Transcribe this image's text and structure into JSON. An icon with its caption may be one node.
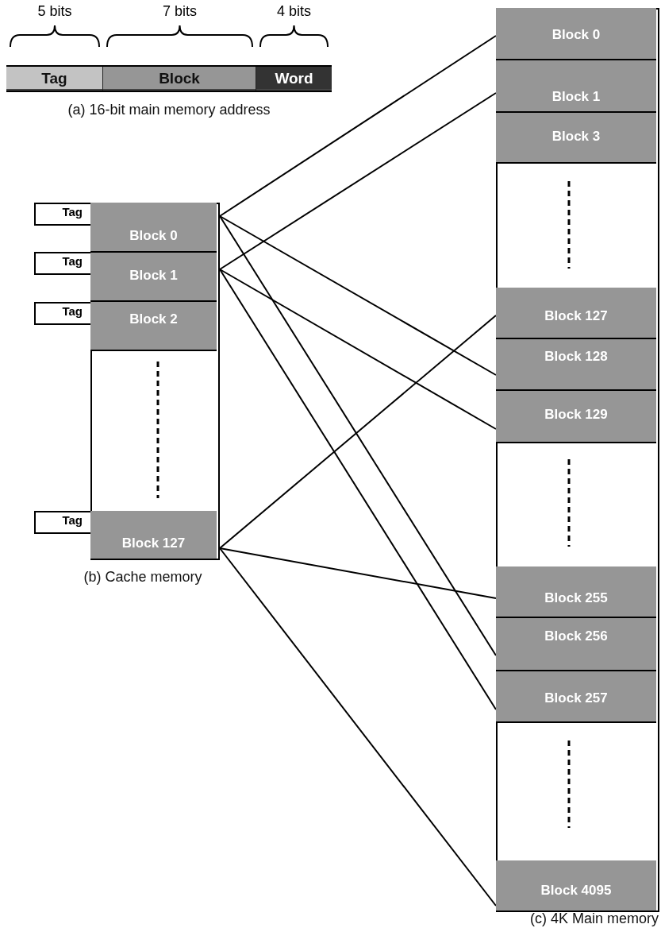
{
  "diagram": {
    "nodes": [
      {
        "text": [],
        "shape": "box"
      },
      {
        "text": [
          "Tag"
        ],
        "in": 0,
        "beside": [
          "5 bits"
        ]
      },
      {
        "text": [
          "Block"
        ],
        "in": 0,
        "beside": [
          "7 bits"
        ]
      },
      {
        "text": [
          "Word"
        ],
        "in": 0,
        "beside": [
          "4 bits"
        ]
      },
      {
        "text": [],
        "shape": "box"
      },
      {
        "text": [
          "Tag"
        ]
      },
      {
        "text": [
          "Block 0"
        ],
        "in": 4
      },
      {
        "text": [
          "Tag"
        ]
      },
      {
        "text": [
          "Block 1"
        ],
        "in": 4
      },
      {
        "text": [
          "Tag"
        ]
      },
      {
        "text": [
          "Block 2"
        ],
        "in": 4
      },
      {
        "text": [
          "Tag"
        ]
      },
      {
        "text": [
          "Block 127"
        ],
        "in": 4
      },
      {
        "text": [],
        "shape": "box"
      },
      {
        "text": [
          "Block 0"
        ],
        "in": 13
      },
      {
        "text": [
          "Block 1"
        ],
        "in": 13
      },
      {
        "text": [
          "Block 3"
        ],
        "in": 13
      },
      {
        "text": [
          "Block 127"
        ],
        "in": 13
      },
      {
        "text": [
          "Block 128"
        ],
        "in": 13
      },
      {
        "text": [
          "Block 129"
        ],
        "in": 13
      },
      {
        "text": [
          "Block 255"
        ],
        "in": 13
      },
      {
        "text": [
          "Block 256"
        ],
        "in": 13
      },
      {
        "text": [
          "Block 257"
        ],
        "in": 13
      },
      {
        "text": [
          "Block 4095"
        ],
        "in": 13
      }
    ],
    "edges": [
      {
        "from": 6,
        "to": 14,
        "arrow": "none"
      },
      {
        "from": 6,
        "to": 18,
        "arrow": "none"
      },
      {
        "from": 6,
        "to": 21,
        "arrow": "none"
      },
      {
        "from": 8,
        "to": 15,
        "arrow": "none"
      },
      {
        "from": 8,
        "to": 19,
        "arrow": "none"
      },
      {
        "from": 8,
        "to": 22,
        "arrow": "none"
      },
      {
        "from": 12,
        "to": 17,
        "arrow": "none"
      },
      {
        "from": 12,
        "to": 20,
        "arrow": "none"
      },
      {
        "from": 12,
        "to": 23,
        "arrow": "none"
      }
    ],
    "labels": [
      "(a) 16-bit main memory address",
      "(b) Cache memory",
      "(c) 4K Main memory"
    ]
  }
}
